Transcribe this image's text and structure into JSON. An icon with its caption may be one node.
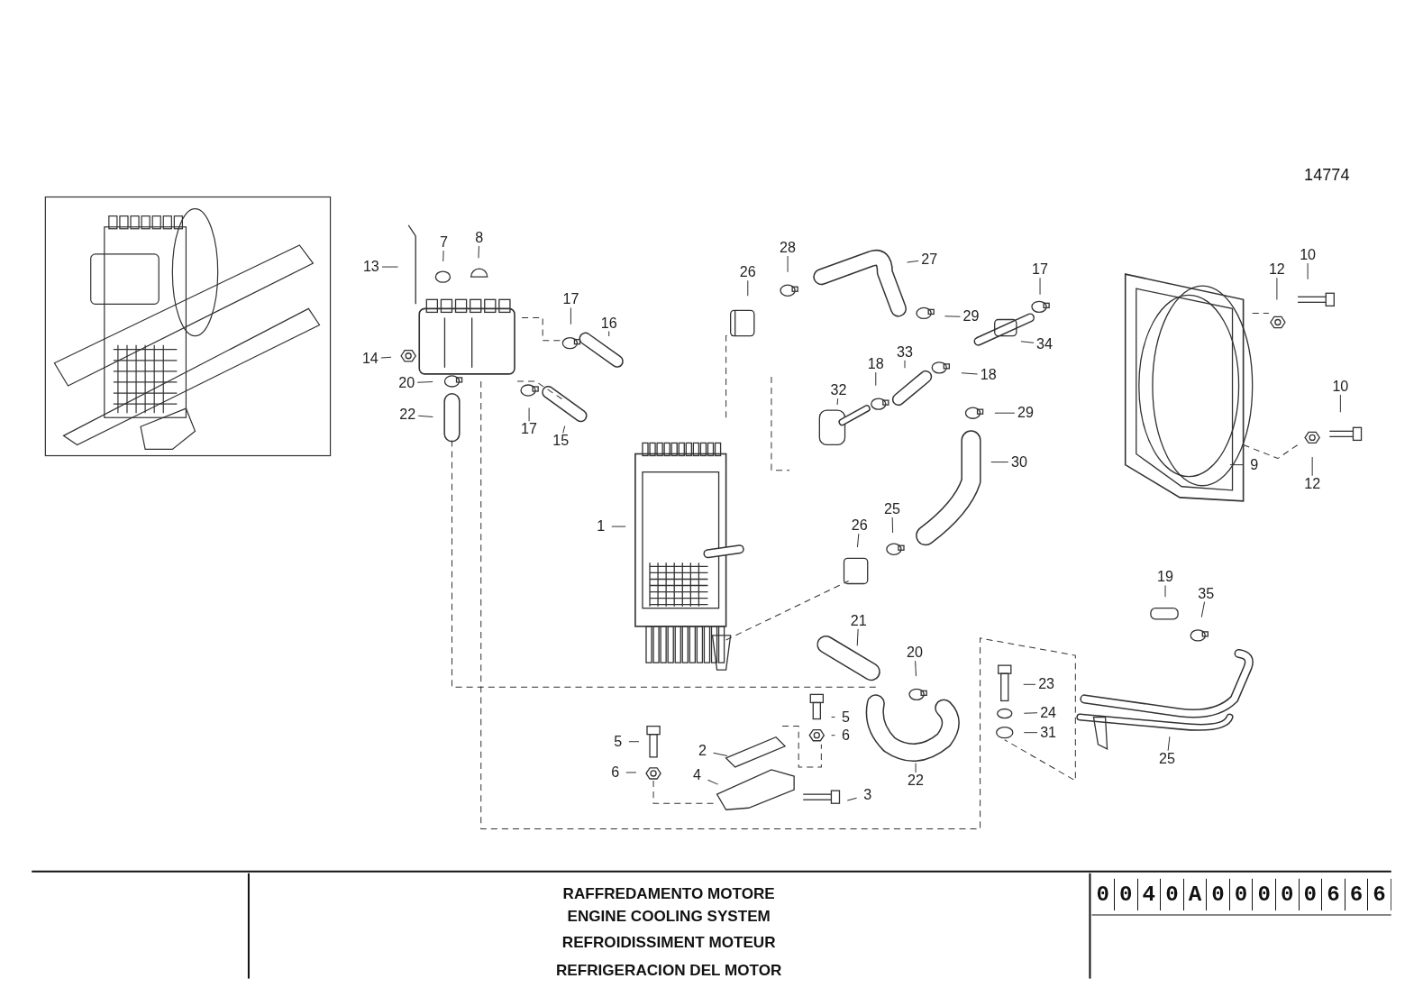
{
  "diagram": {
    "nodes": [
      {
        "text": [
          "28"
        ]
      },
      {
        "text": [
          "8"
        ]
      },
      {
        "text": [
          "7"
        ]
      },
      {
        "text": [
          "10"
        ]
      },
      {
        "text": [
          "27"
        ]
      },
      {
        "text": [
          "13"
        ]
      },
      {
        "text": [
          "17"
        ]
      },
      {
        "text": [
          "12"
        ]
      },
      {
        "text": [
          "26"
        ]
      },
      {
        "text": [
          "17"
        ]
      },
      {
        "text": [
          "29"
        ]
      },
      {
        "text": [
          "16"
        ]
      },
      {
        "text": [
          "34"
        ]
      },
      {
        "text": [
          "33"
        ]
      },
      {
        "text": [
          "14"
        ]
      },
      {
        "text": [
          "18"
        ]
      },
      {
        "text": [
          "18"
        ]
      },
      {
        "text": [
          "20"
        ]
      },
      {
        "text": [
          "10"
        ]
      },
      {
        "text": [
          "32"
        ]
      },
      {
        "text": [
          "29"
        ]
      },
      {
        "text": [
          "22"
        ]
      },
      {
        "text": [
          "17"
        ]
      },
      {
        "text": [
          "15"
        ]
      },
      {
        "text": [
          "30"
        ]
      },
      {
        "text": [
          "9"
        ]
      },
      {
        "text": [
          "12"
        ]
      },
      {
        "text": [
          "25"
        ]
      },
      {
        "text": [
          "26"
        ]
      },
      {
        "text": [
          "1"
        ]
      },
      {
        "text": [
          "19"
        ]
      },
      {
        "text": [
          "35"
        ]
      },
      {
        "text": [
          "21"
        ]
      },
      {
        "text": [
          "20"
        ]
      },
      {
        "text": [
          "23"
        ]
      },
      {
        "text": [
          "24"
        ]
      },
      {
        "text": [
          "5"
        ]
      },
      {
        "text": [
          "31"
        ]
      },
      {
        "text": [
          "6"
        ]
      },
      {
        "text": [
          "5"
        ]
      },
      {
        "text": [
          "2"
        ]
      },
      {
        "text": [
          "25"
        ]
      },
      {
        "text": [
          "6"
        ]
      },
      {
        "text": [
          "4"
        ]
      },
      {
        "text": [
          "22"
        ]
      },
      {
        "text": [
          "3"
        ]
      }
    ],
    "edges": [
      {
        "from": 0,
        "to": null,
        "arrow": "none"
      },
      {
        "from": 1,
        "to": null,
        "arrow": "none"
      },
      {
        "from": 2,
        "to": null,
        "arrow": "none"
      },
      {
        "from": 3,
        "to": null,
        "arrow": "none"
      },
      {
        "from": 4,
        "to": null,
        "arrow": "none"
      },
      {
        "from": 5,
        "to": null,
        "arrow": "none"
      },
      {
        "from": 6,
        "to": null,
        "arrow": "none"
      },
      {
        "from": 7,
        "to": null,
        "arrow": "none"
      },
      {
        "from": 8,
        "to": null,
        "arrow": "none"
      },
      {
        "from": 9,
        "to": null,
        "arrow": "none"
      },
      {
        "from": 10,
        "to": null,
        "arrow": "none"
      },
      {
        "from": 11,
        "to": null,
        "arrow": "none"
      },
      {
        "from": 12,
        "to": null,
        "arrow": "none"
      },
      {
        "from": 13,
        "to": null,
        "arrow": "none"
      },
      {
        "from": 14,
        "to": null,
        "arrow": "none"
      },
      {
        "from": 15,
        "to": null,
        "arrow": "none"
      },
      {
        "from": 16,
        "to": null,
        "arrow": "none"
      },
      {
        "from": 17,
        "to": null,
        "arrow": "none"
      },
      {
        "from": 18,
        "to": null,
        "arrow": "none"
      },
      {
        "from": 19,
        "to": null,
        "arrow": "none"
      },
      {
        "from": 20,
        "to": null,
        "arrow": "none"
      },
      {
        "from": 21,
        "to": null,
        "arrow": "none"
      },
      {
        "from": 22,
        "to": null,
        "arrow": "none"
      },
      {
        "from": 23,
        "to": null,
        "arrow": "none"
      },
      {
        "from": 24,
        "to": null,
        "arrow": "none"
      },
      {
        "from": 25,
        "to": null,
        "arrow": "none"
      },
      {
        "from": 26,
        "to": null,
        "arrow": "none"
      },
      {
        "from": 27,
        "to": null,
        "arrow": "none"
      },
      {
        "from": 28,
        "to": null,
        "arrow": "none"
      },
      {
        "from": 29,
        "to": null,
        "arrow": "none"
      },
      {
        "from": 30,
        "to": null,
        "arrow": "none"
      },
      {
        "from": 31,
        "to": null,
        "arrow": "none"
      },
      {
        "from": 32,
        "to": null,
        "arrow": "none"
      },
      {
        "from": 33,
        "to": null,
        "arrow": "none"
      },
      {
        "from": 34,
        "to": null,
        "arrow": "none"
      },
      {
        "from": 35,
        "to": null,
        "arrow": "none"
      },
      {
        "from": 36,
        "to": null,
        "arrow": "none"
      },
      {
        "from": 37,
        "to": null,
        "arrow": "none"
      },
      {
        "from": 38,
        "to": null,
        "arrow": "none"
      },
      {
        "from": 39,
        "to": null,
        "arrow": "none"
      },
      {
        "from": 40,
        "to": null,
        "arrow": "none"
      },
      {
        "from": 41,
        "to": null,
        "arrow": "none"
      },
      {
        "from": 42,
        "to": null,
        "arrow": "none"
      },
      {
        "from": 43,
        "to": null,
        "arrow": "none"
      },
      {
        "from": 44,
        "to": null,
        "arrow": "none"
      },
      {
        "from": 45,
        "to": null,
        "arrow": "none"
      }
    ],
    "labels": [
      "14774",
      "RAFFREDAMENTO MOTORE",
      "ENGINE COOLING SYSTEM",
      "REFROIDISSIMENT MOTEUR",
      "REFRIGERACION DEL MOTOR",
      "0040A00000666"
    ]
  }
}
